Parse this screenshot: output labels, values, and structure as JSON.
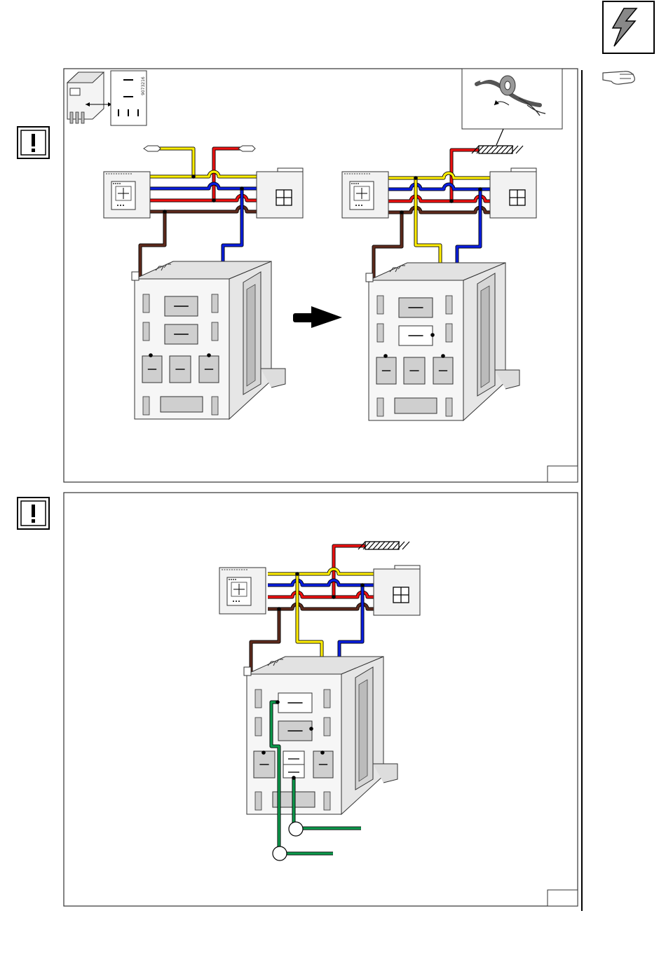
{
  "page": {
    "lightning_icon": "lightning-bolt-icon",
    "hand_icon": "pointing-hand-icon",
    "warning_icon": "exclamation-warning-icon"
  },
  "relay_part_label": "9073216",
  "colors": {
    "yellow": "#ffee00",
    "blue": "#0a1ee0",
    "red": "#ee1111",
    "brown": "#5e2a1c",
    "green": "#0d9a4c",
    "panel_fill": "#f2f2f2",
    "panel_shade": "#d6d6d6",
    "slot_fill": "#cfcfcf",
    "frame": "#333333"
  },
  "wires": [
    "yellow",
    "blue",
    "red",
    "brown",
    "green"
  ]
}
